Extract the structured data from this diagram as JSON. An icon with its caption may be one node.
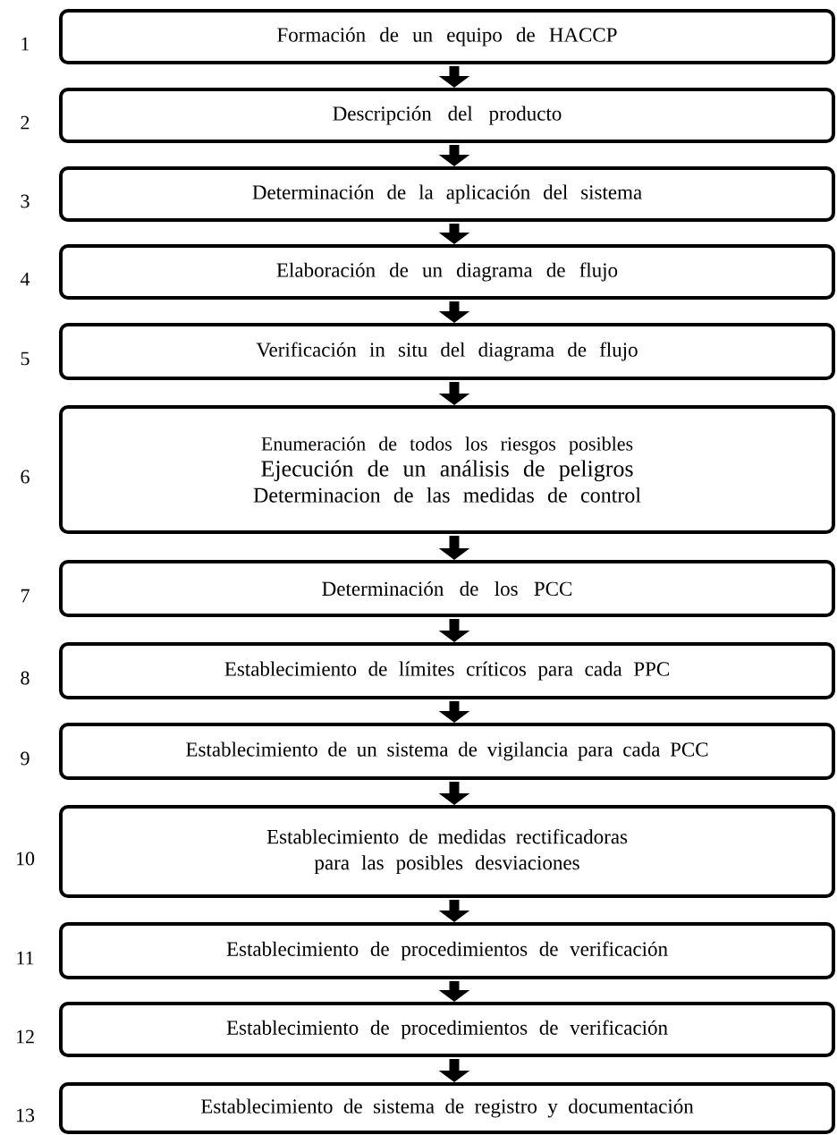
{
  "diagram": {
    "nodes": [
      {
        "text": [
          "Formación de un equipo de HACCP"
        ],
        "beside": [
          "1"
        ]
      },
      {
        "text": [
          "Descripción del producto"
        ],
        "beside": [
          "2"
        ]
      },
      {
        "text": [
          "Determinación de la aplicación del sistema"
        ],
        "beside": [
          "3"
        ]
      },
      {
        "text": [
          "Elaboración de un diagrama de flujo"
        ],
        "beside": [
          "4"
        ]
      },
      {
        "text": [
          "Verificación in situ del diagrama de flujo"
        ],
        "beside": [
          "5"
        ]
      },
      {
        "text": [
          "Enumeración de todos los riesgos posibles",
          "Ejecución de un análisis de peligros",
          "Determinacion de las medidas de control"
        ],
        "beside": [
          "6"
        ]
      },
      {
        "text": [
          "Determinación de los PCC"
        ],
        "beside": [
          "7"
        ]
      },
      {
        "text": [
          "Establecimiento de límites críticos para cada PPC"
        ],
        "beside": [
          "8"
        ]
      },
      {
        "text": [
          "Establecimiento de un sistema de vigilancia para cada PCC"
        ],
        "beside": [
          "9"
        ]
      },
      {
        "text": [
          "Establecimiento de medidas rectificadoras para las posibles desviaciones"
        ],
        "beside": [
          "10"
        ]
      },
      {
        "text": [
          "Establecimiento de procedimientos de verificación"
        ],
        "beside": [
          "11"
        ]
      },
      {
        "text": [
          "Establecimiento de procedimientos de verificación"
        ],
        "beside": [
          "12"
        ]
      },
      {
        "text": [
          "Establecimiento de sistema de registro y documentación"
        ],
        "beside": [
          "13"
        ]
      }
    ],
    "edges": [
      {
        "from": 0,
        "to": 1,
        "arrow": "to"
      },
      {
        "from": 1,
        "to": 2,
        "arrow": "to"
      },
      {
        "from": 2,
        "to": 3,
        "arrow": "to"
      },
      {
        "from": 3,
        "to": 4,
        "arrow": "to"
      },
      {
        "from": 4,
        "to": 5,
        "arrow": "to"
      },
      {
        "from": 5,
        "to": 6,
        "arrow": "to"
      },
      {
        "from": 6,
        "to": 7,
        "arrow": "to"
      },
      {
        "from": 7,
        "to": 8,
        "arrow": "to"
      },
      {
        "from": 8,
        "to": 9,
        "arrow": "to"
      },
      {
        "from": 9,
        "to": 10,
        "arrow": "to"
      },
      {
        "from": 10,
        "to": 11,
        "arrow": "to"
      },
      {
        "from": 11,
        "to": 12,
        "arrow": "to"
      }
    ]
  }
}
